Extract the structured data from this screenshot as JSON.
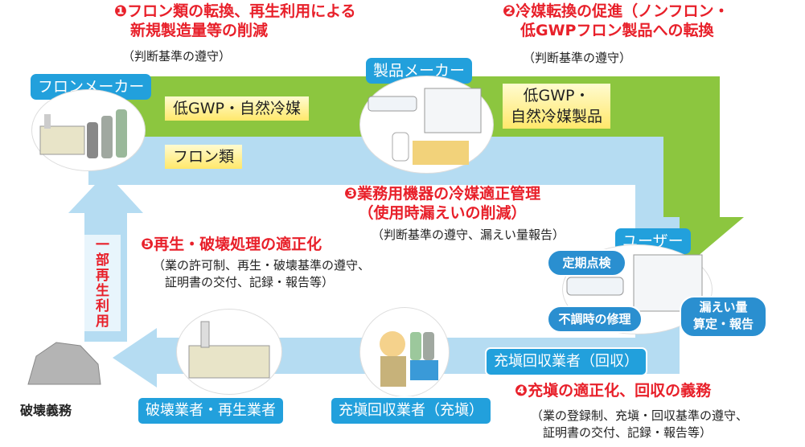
{
  "step1": {
    "num": "❶",
    "title_l1": "フロン類の転換、再生利用による",
    "title_l2": "新規製造量等の削減",
    "note": "（判断基準の遵守）"
  },
  "step2": {
    "num": "❷",
    "title_l1": "冷媒転換の促進（ノンフロン・",
    "title_l2": "低GWPフロン製品への転換",
    "note": "（判断基準の遵守）"
  },
  "step3": {
    "num": "❸",
    "title_l1": "業務用機器の冷媒適正管理",
    "title_l2": "（使用時漏えいの削減）",
    "note": "（判断基準の遵守、漏えい量報告）"
  },
  "step4": {
    "num": "❹",
    "title": "充塡の適正化、回収の義務",
    "note_l1": "（業の登録制、充塡・回収基準の遵守、",
    "note_l2": "証明書の交付、記録・報告等）"
  },
  "step5": {
    "num": "❺",
    "title": "再生・破壊処理の適正化",
    "note_l1": "（業の許可制、再生・破壊基準の遵守、",
    "note_l2": "証明書の交付、記録・報告等）"
  },
  "actors": {
    "fluorocarbon_maker": "フロンメーカー",
    "product_maker": "製品メーカー",
    "user": "ユーザー",
    "filler_recovery": "充塡回収業者（回収）",
    "filler_filling": "充塡回収業者（充塡）",
    "destroyer": "破壊業者・再生業者"
  },
  "flows": {
    "low_gwp": "低GWP・自然冷媒",
    "fluorocarbons": "フロン類",
    "low_gwp_products_l1": "低GWP・",
    "low_gwp_products_l2": "自然冷媒製品"
  },
  "bubbles": {
    "inspection": "定期点検",
    "repair": "不調時の修理",
    "leak_l1": "漏えい量",
    "leak_l2": "算定・報告"
  },
  "partial_reuse": [
    "一",
    "部",
    "再",
    "生",
    "利",
    "用"
  ],
  "destruction_duty": "破壊義務",
  "colors": {
    "green": "#8cc63f",
    "blue": "#b5dcf2",
    "tag": "#22a0dc",
    "red": "#e8202a"
  }
}
